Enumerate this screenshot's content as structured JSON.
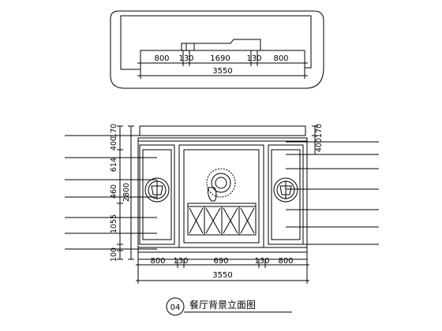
{
  "plan": {
    "dims": [
      "800",
      "130",
      "1690",
      "130",
      "800"
    ],
    "total": "3550"
  },
  "elevation": {
    "left_dims": [
      "170",
      "400",
      "614",
      "460",
      "2800",
      "1055",
      "100"
    ],
    "right_dims": [
      "170",
      "400"
    ],
    "bottom_dims": [
      "800",
      "130",
      "690",
      "130",
      "800"
    ],
    "bottom_total": "3550"
  },
  "title": {
    "number": "04",
    "text": "餐厅背景立面图"
  }
}
